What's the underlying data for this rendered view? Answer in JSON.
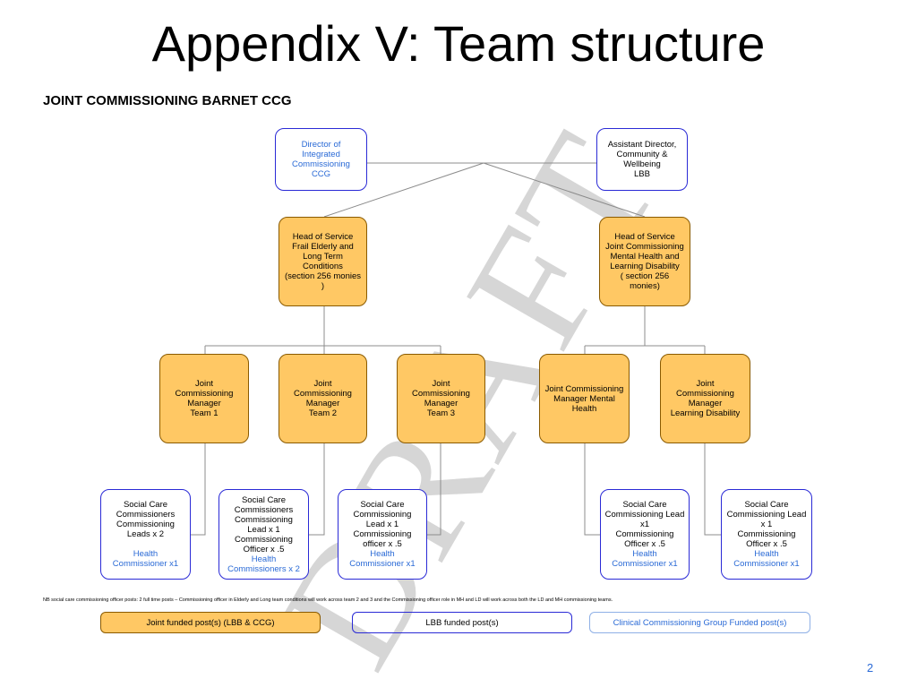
{
  "title": "Appendix V: Team structure",
  "subtitle": "JOINT COMMISSIONING BARNET CCG",
  "watermark": "DRAFT",
  "boxes": {
    "director": "Director of\nIntegrated\nCommissioning\nCCG",
    "assistant_director": "Assistant Director,\nCommunity &\nWellbeing\nLBB",
    "head_frail": "Head of Service\nFrail Elderly and\nLong Term\nConditions\n(section 256 monies\n)",
    "head_mh": "Head of Service\nJoint Commissioning\nMental Health and\nLearning Disability\n( section 256\nmonies)",
    "jcm_team1": "Joint\nCommissioning\nManager\nTeam 1",
    "jcm_team2": "Joint\nCommissioning\nManager\nTeam 2",
    "jcm_team3": "Joint\nCommissioning\nManager\nTeam 3",
    "jcm_mh": "Joint Commissioning\nManager Mental\nHealth",
    "jcm_ld": "Joint\nCommissioning\nManager\nLearning Disability",
    "sc1_black": "Social Care\nCommissioners\nCommissioning\nLeads x 2",
    "sc1_blue": "Health\nCommissioner x1",
    "sc2_black": "Social Care\nCommissioners\nCommissioning\nLead x 1\nCommissioning\nOfficer x .5",
    "sc2_blue": "Health\nCommissioners x 2",
    "sc3_black": "Social Care\nCommissioning\nLead x 1\nCommissioning\nofficer x .5",
    "sc3_blue": "Health\nCommissioner x1",
    "sc4_black": "Social Care\nCommissioning Lead\nx1\nCommissioning\nOfficer x .5",
    "sc4_blue": "Health\nCommissioner x1",
    "sc5_black": "Social Care\nCommissioning Lead\nx 1\nCommissioning\nOfficer x .5",
    "sc5_blue": "Health\nCommissioner x1"
  },
  "note": "NB social care commissioning officer posts: 2 full time posts – Commissioning officer in Elderly and Long team conditions will work across team 2 and 3 and the Commissioning officer role in MH and LD will work across both the LD and MH commissioning teams.",
  "legend": {
    "joint": "Joint funded post(s) (LBB & CCG)",
    "lbb": "LBB funded post(s)",
    "ccg": "Clinical Commissioning Group Funded post(s)"
  },
  "colors": {
    "joint_fill": "#ffc864",
    "ccg_text": "#2a6ad6",
    "box_border": "#2a2ad6"
  },
  "page_number": "2"
}
